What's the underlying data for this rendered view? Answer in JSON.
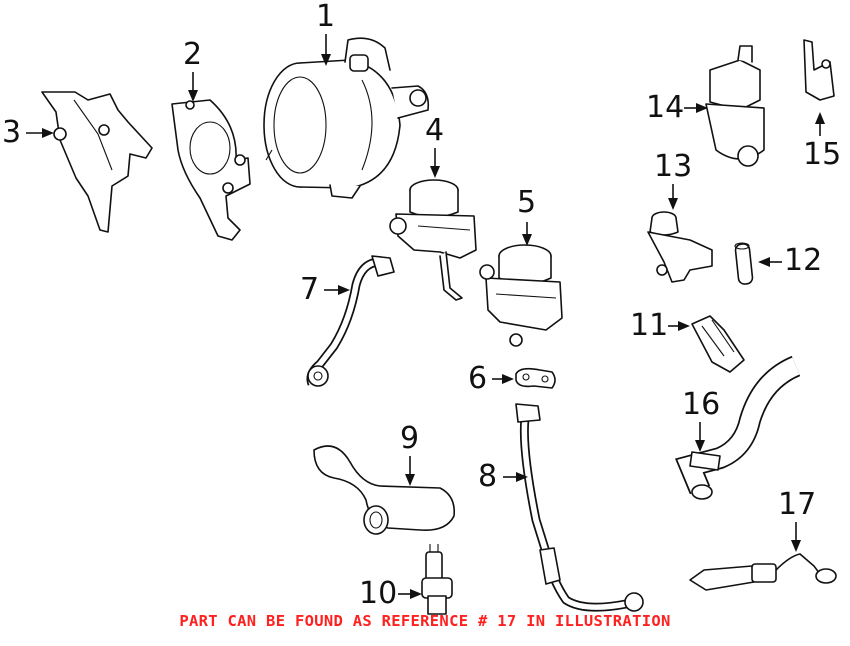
{
  "callouts": [
    "1",
    "2",
    "3",
    "4",
    "5",
    "6",
    "7",
    "8",
    "9",
    "10",
    "11",
    "12",
    "13",
    "14",
    "15",
    "16",
    "17"
  ],
  "footer_note": "PART CAN BE FOUND AS REFERENCE # 17 IN ILLUSTRATION",
  "colors": {
    "line": "#111111",
    "note": "#ff2020",
    "background": "#ffffff"
  }
}
